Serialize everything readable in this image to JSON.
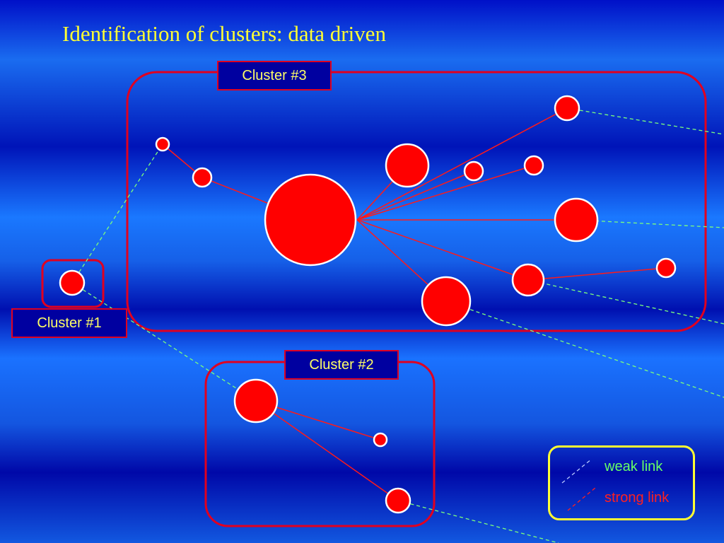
{
  "title": "Identification of clusters: data driven",
  "clusters": {
    "cluster1": "Cluster #1",
    "cluster2": "Cluster #2",
    "cluster3": "Cluster #3"
  },
  "legend": {
    "weak_label": "weak link",
    "strong_label": "strong link"
  },
  "colors": {
    "title": "#ffff33",
    "node_fill": "#ff0000",
    "node_stroke": "#ffffff",
    "strong_link": "#ff1a1a",
    "weak_link": "#7cff7c",
    "cluster_border": "#e00020",
    "label_background": "#0000a0",
    "label_text": "#ffff66",
    "legend_border": "#ffff33",
    "legend_weak_text": "#66ff66",
    "legend_strong_text": "#ff2020"
  }
}
